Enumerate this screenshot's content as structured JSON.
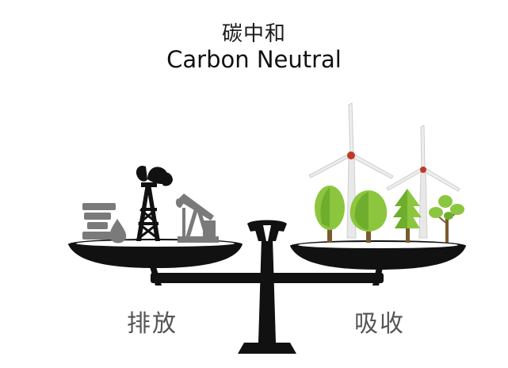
{
  "title": {
    "chinese": "碳中和",
    "english": "Carbon Neutral"
  },
  "labels": {
    "left": "排放",
    "right": "吸收"
  },
  "colors": {
    "scale": "#111111",
    "emission_icons": "#7a7a7a",
    "oil_derrick": "#111111",
    "tree_green": "#8cc63f",
    "tree_green_dark": "#6fae2c",
    "trunk": "#7a5a2c",
    "turbine": "#e8e8e8",
    "turbine_hub": "#c0392b",
    "label_text": "#555555"
  },
  "icons": [
    "factory-chimney-icon",
    "oil-drop-icon",
    "oil-derrick-icon",
    "oil-pump-jack-icon",
    "wind-turbine-icon",
    "tree-icon"
  ]
}
